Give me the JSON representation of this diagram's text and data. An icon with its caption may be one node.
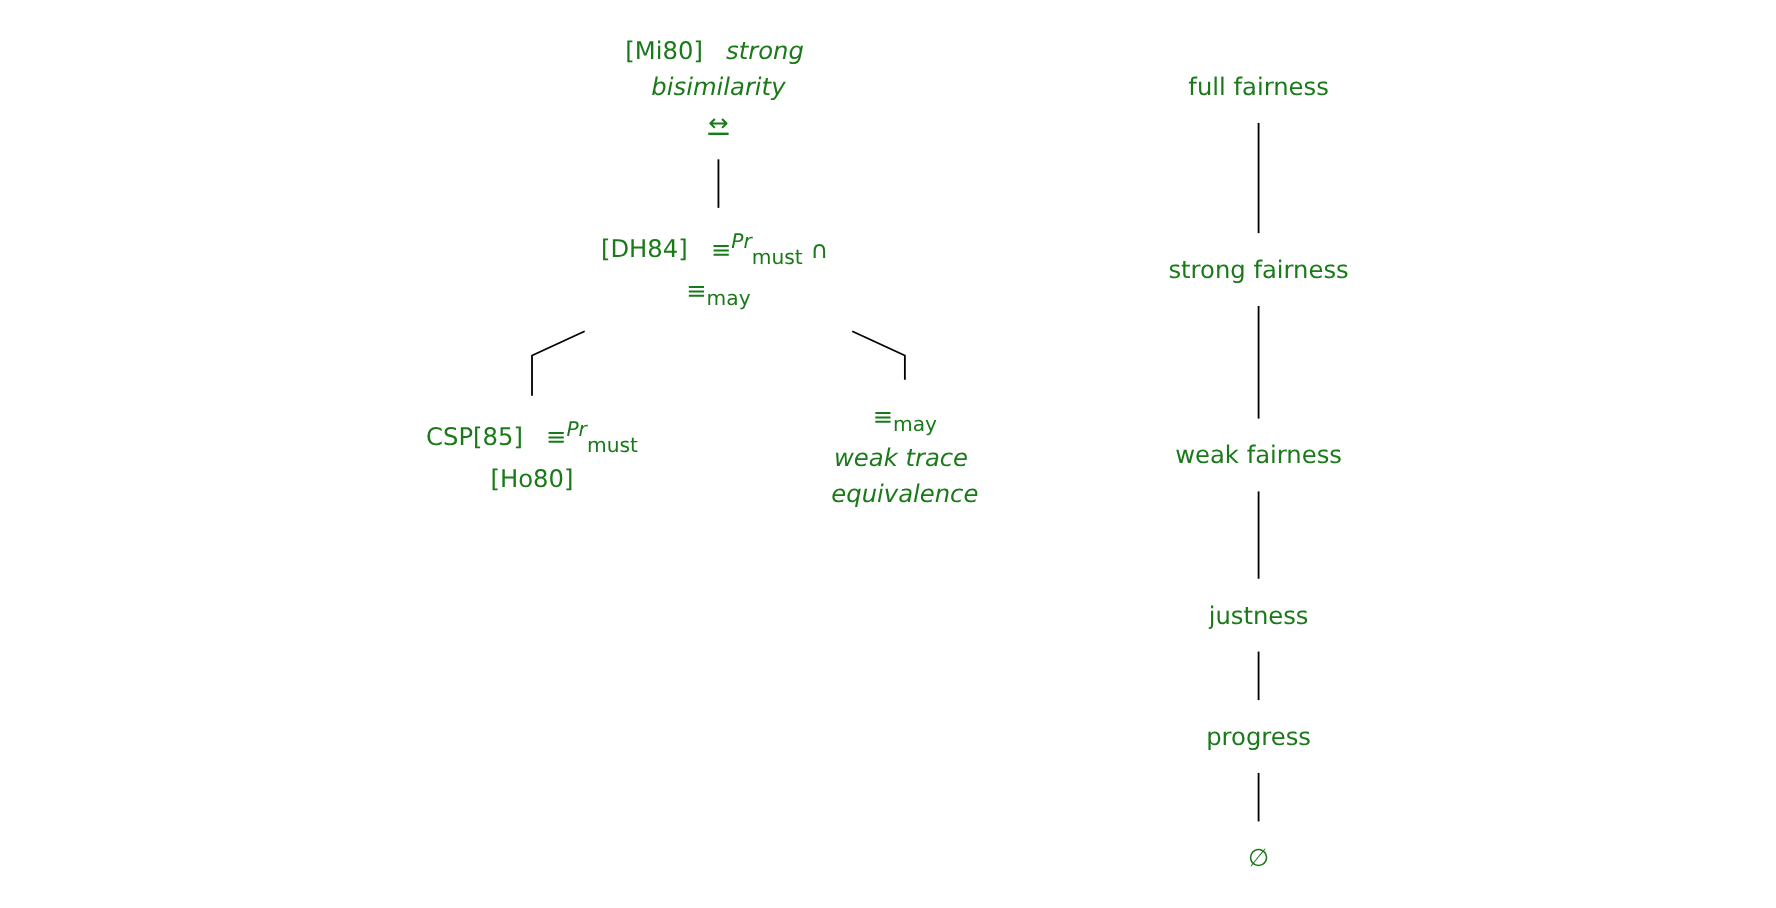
{
  "diagram": {
    "nodes": [
      {
        "text": [
          "strong bisimilarity",
          "↔"
        ],
        "beside": [
          "[Mi80]"
        ]
      },
      {
        "text": [
          "≡$^{Pr}$$_{must}$ ∩ ≡$_{may}$"
        ],
        "beside": [
          "[DH84]"
        ]
      },
      {
        "text": [
          "≡$^{Pr}$$_{must}$"
        ],
        "beside": [
          "CSP[85]",
          "[Ho80]"
        ]
      },
      {
        "text": [
          "≡$_{may}$"
        ],
        "beside": [
          "weak trace equivalence"
        ]
      },
      {
        "text": [
          "full fairness"
        ]
      },
      {
        "text": [
          "strong fairness"
        ]
      },
      {
        "text": [
          "weak fairness"
        ]
      },
      {
        "text": [
          "justness"
        ]
      },
      {
        "text": [
          "progress"
        ]
      },
      {
        "text": [
          "∅"
        ]
      }
    ],
    "edges": [
      {
        "from": 0,
        "to": 1,
        "arrow": "none"
      },
      {
        "from": 1,
        "to": 2,
        "arrow": "none"
      },
      {
        "from": 1,
        "to": 3,
        "arrow": "none"
      },
      {
        "from": 4,
        "to": 5,
        "arrow": "none"
      },
      {
        "from": 5,
        "to": 6,
        "arrow": "none"
      },
      {
        "from": 6,
        "to": 7,
        "arrow": "none"
      },
      {
        "from": 7,
        "to": 8,
        "arrow": "none"
      },
      {
        "from": 8,
        "to": 9,
        "arrow": "none"
      }
    ]
  }
}
